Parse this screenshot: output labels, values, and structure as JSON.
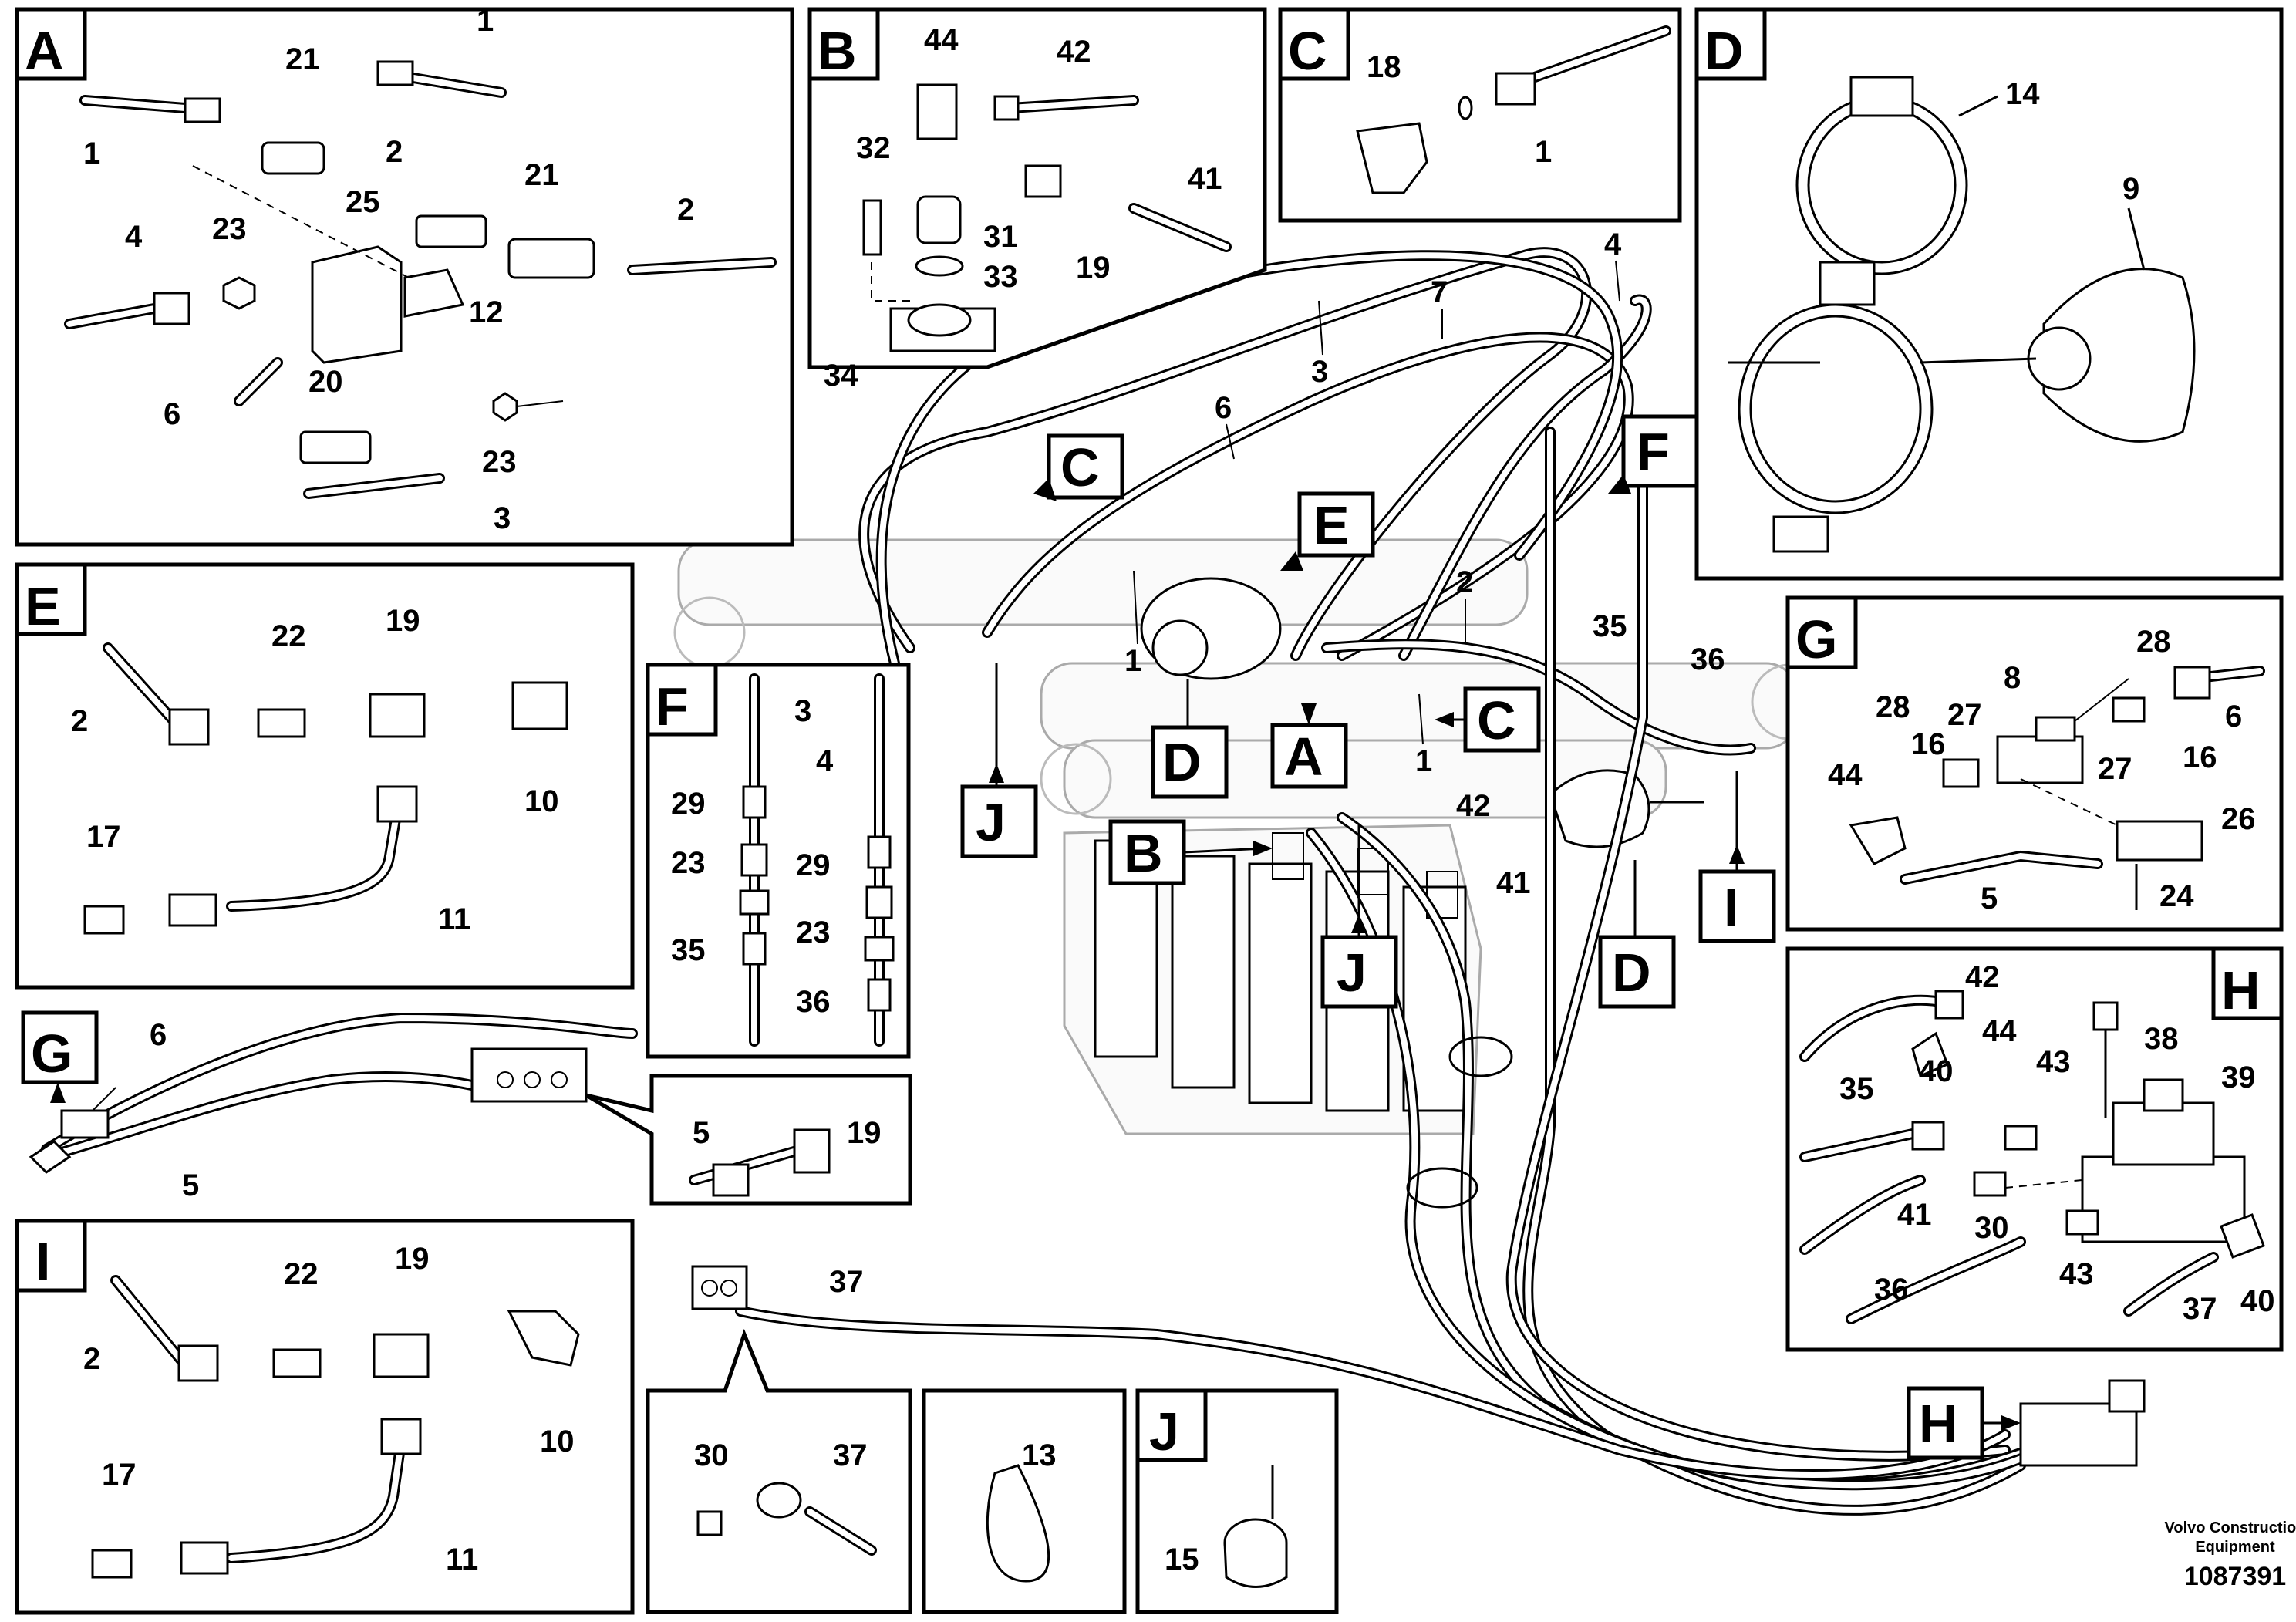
{
  "diagram": {
    "panels": [
      {
        "id": "A"
      },
      {
        "id": "B"
      },
      {
        "id": "C"
      },
      {
        "id": "D"
      },
      {
        "id": "E"
      },
      {
        "id": "F"
      },
      {
        "id": "G"
      },
      {
        "id": "H"
      },
      {
        "id": "I"
      },
      {
        "id": "J"
      }
    ],
    "callouts": [
      "A",
      "B",
      "C",
      "C",
      "D",
      "D",
      "E",
      "F",
      "H",
      "I",
      "J",
      "J",
      "G"
    ],
    "part_numbers": [
      "1",
      "2",
      "3",
      "4",
      "5",
      "6",
      "7",
      "8",
      "9",
      "10",
      "11",
      "12",
      "13",
      "14",
      "15",
      "16",
      "17",
      "18",
      "19",
      "20",
      "21",
      "22",
      "23",
      "24",
      "25",
      "26",
      "27",
      "28",
      "29",
      "30",
      "31",
      "32",
      "33",
      "34",
      "35",
      "36",
      "37",
      "38",
      "39",
      "40",
      "41",
      "42",
      "43",
      "44"
    ]
  },
  "footer": {
    "company_line1": "Volvo Construction",
    "company_line2": "Equipment",
    "drawing_number": "1087391"
  }
}
